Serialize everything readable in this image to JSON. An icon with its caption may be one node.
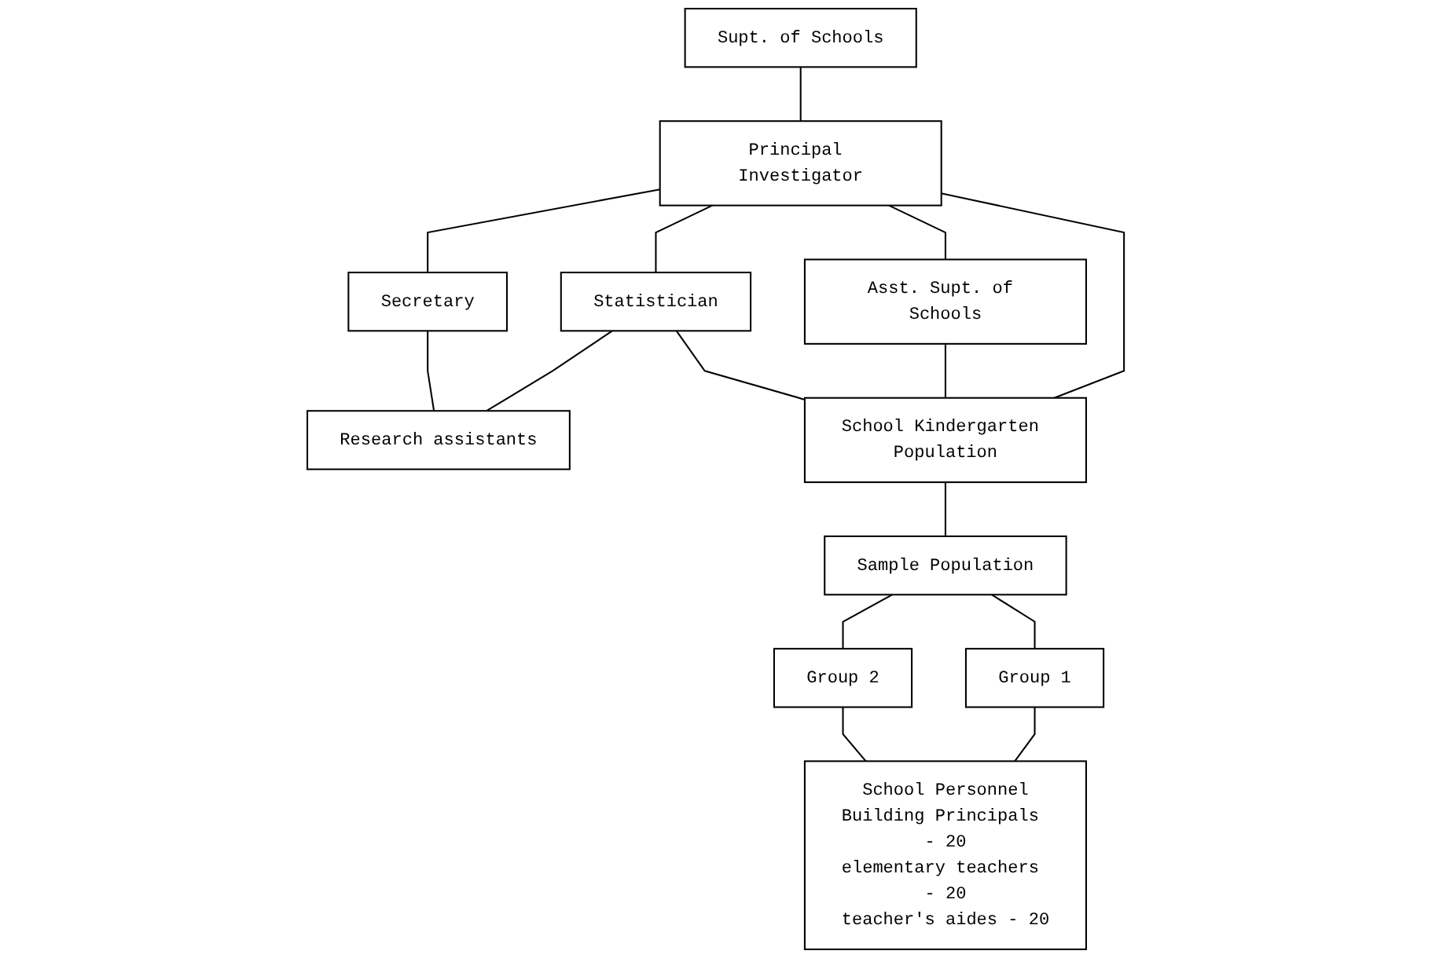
{
  "diagram": {
    "nodes": [
      {
        "text": [
          "Supt. of Schools"
        ]
      },
      {
        "text": [
          "Principal Investigator"
        ]
      },
      {
        "text": [
          "Asst. Supt. of Schools"
        ]
      },
      {
        "text": [
          "Statistician"
        ]
      },
      {
        "text": [
          "Secretary"
        ]
      },
      {
        "text": [
          "Research assistants"
        ]
      },
      {
        "text": [
          "School Kindergarten Population"
        ]
      },
      {
        "text": [
          "Sample Population"
        ]
      },
      {
        "text": [
          "Group 1"
        ]
      },
      {
        "text": [
          "Group 2"
        ]
      },
      {
        "text": [
          "School Personnel",
          "Building Principals - 20",
          "elementary teachers - 20",
          "teacher's aides - 20"
        ]
      }
    ],
    "edges": [
      {
        "from": 0,
        "to": 1,
        "arrow": "none"
      },
      {
        "from": 1,
        "to": 2,
        "arrow": "none"
      },
      {
        "from": 1,
        "to": 3,
        "arrow": "none"
      },
      {
        "from": 1,
        "to": 4,
        "arrow": "none"
      },
      {
        "from": 1,
        "to": 6,
        "arrow": "none"
      },
      {
        "from": 2,
        "to": 6,
        "arrow": "none"
      },
      {
        "from": 3,
        "to": 6,
        "arrow": "none"
      },
      {
        "from": 3,
        "to": 5,
        "arrow": "none"
      },
      {
        "from": 4,
        "to": 5,
        "arrow": "none"
      },
      {
        "from": 6,
        "to": 7,
        "arrow": "none"
      },
      {
        "from": 7,
        "to": 8,
        "arrow": "none"
      },
      {
        "from": 7,
        "to": 9,
        "arrow": "none"
      },
      {
        "from": 8,
        "to": 10,
        "arrow": "none"
      },
      {
        "from": 9,
        "to": 10,
        "arrow": "none"
      }
    ]
  }
}
